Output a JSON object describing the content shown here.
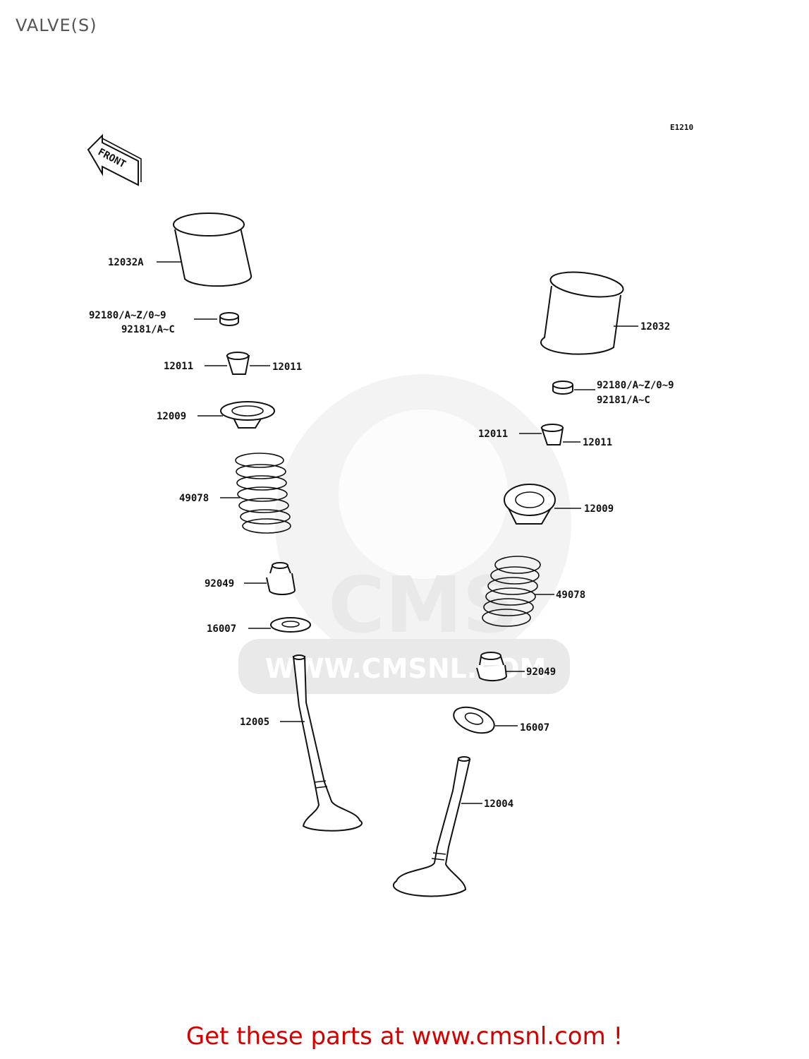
{
  "title": "VALVE(S)",
  "diagram_code": "E1210",
  "front_label": "FRONT",
  "watermark": {
    "brand": "CMS",
    "url": "WWW.CMSNL.COM"
  },
  "labels": {
    "tappet_left": "12032A",
    "shim_left_1": "92180/A~Z/0~9",
    "shim_left_2": "92181/A~C",
    "keeper_left_a": "12011",
    "keeper_left_b": "12011",
    "retainer_left": "12009",
    "spring_left": "49078",
    "seal_left": "92049",
    "seat_left": "16007",
    "valve_left": "12005",
    "tappet_right": "12032",
    "shim_right_1": "92180/A~Z/0~9",
    "shim_right_2": "92181/A~C",
    "keeper_right_a": "12011",
    "keeper_right_b": "12011",
    "retainer_right": "12009",
    "spring_right": "49078",
    "seal_right": "92049",
    "seat_right": "16007",
    "valve_right": "12004"
  },
  "footer": "Get these parts at www.cmsnl.com !"
}
